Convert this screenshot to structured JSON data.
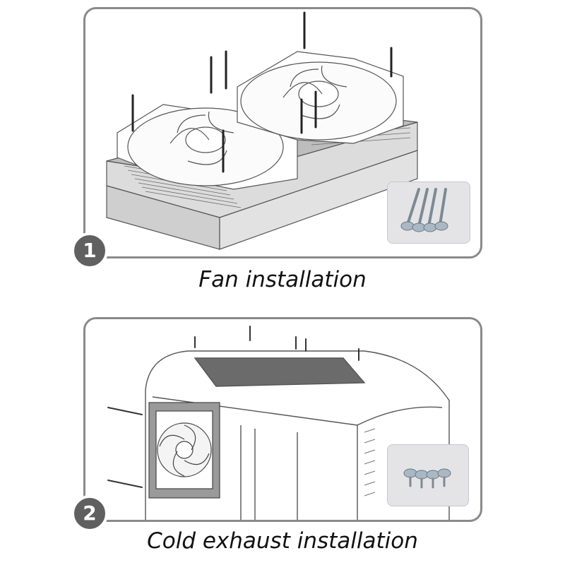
{
  "steps": [
    {
      "number": "1",
      "caption": "Fan installation"
    },
    {
      "number": "2",
      "caption": "Cold exhaust installation"
    }
  ],
  "colors": {
    "panel_border": "#8a8a8a",
    "badge": "#606060",
    "caption": "#111111",
    "inset_background": "#e4e4e6",
    "screw_metal": "#a9b8c4"
  },
  "icons": {
    "step1": [
      "radiator",
      "fan",
      "screw"
    ],
    "step2": [
      "pc-case",
      "fan",
      "screw"
    ]
  }
}
